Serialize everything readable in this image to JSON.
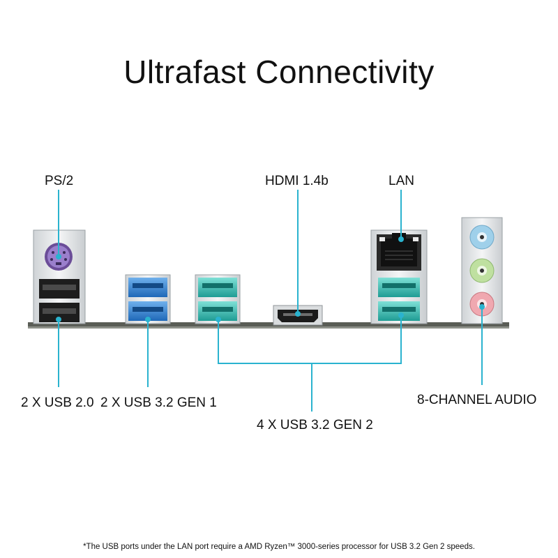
{
  "title": "Ultrafast Connectivity",
  "labels": {
    "ps2": "PS/2",
    "hdmi": "HDMI 1.4b",
    "lan": "LAN",
    "usb20": "2 X USB 2.0",
    "usb32gen1": "2 X USB 3.2 GEN 1",
    "usb32gen2": "4 X USB 3.2 GEN 2",
    "audio": "8-CHANNEL AUDIO"
  },
  "footnote": "*The USB ports under the LAN port require a AMD Ryzen™ 3000-series processor for USB 3.2 Gen 2 speeds.",
  "colors": {
    "callout_line": "#2ab3cf",
    "usb_gen1": "#2f7fcf",
    "usb_gen2": "#2ab8b0",
    "ps2_port": "#8f6fc0",
    "audio_blue": "#9fd0ea",
    "audio_green": "#bfe0a0",
    "audio_pink": "#f0a8b0"
  }
}
